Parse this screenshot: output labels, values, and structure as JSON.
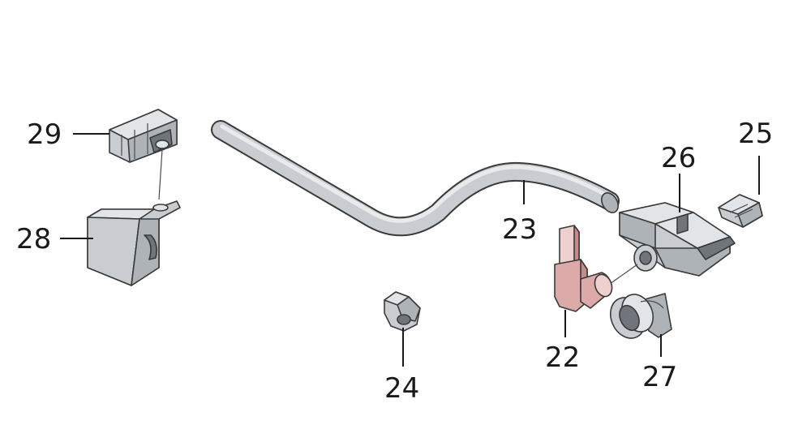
{
  "colors": {
    "part_body": "#c9cdd1",
    "highlight_part": "#dcaaa8",
    "outline": "#3a3a3a",
    "label": "#1a1a1a"
  },
  "callouts": [
    {
      "id": "29",
      "text": "29"
    },
    {
      "id": "28",
      "text": "28"
    },
    {
      "id": "23",
      "text": "23"
    },
    {
      "id": "26",
      "text": "26"
    },
    {
      "id": "25",
      "text": "25"
    },
    {
      "id": "22",
      "text": "22"
    },
    {
      "id": "24",
      "text": "24"
    },
    {
      "id": "27",
      "text": "27"
    }
  ]
}
